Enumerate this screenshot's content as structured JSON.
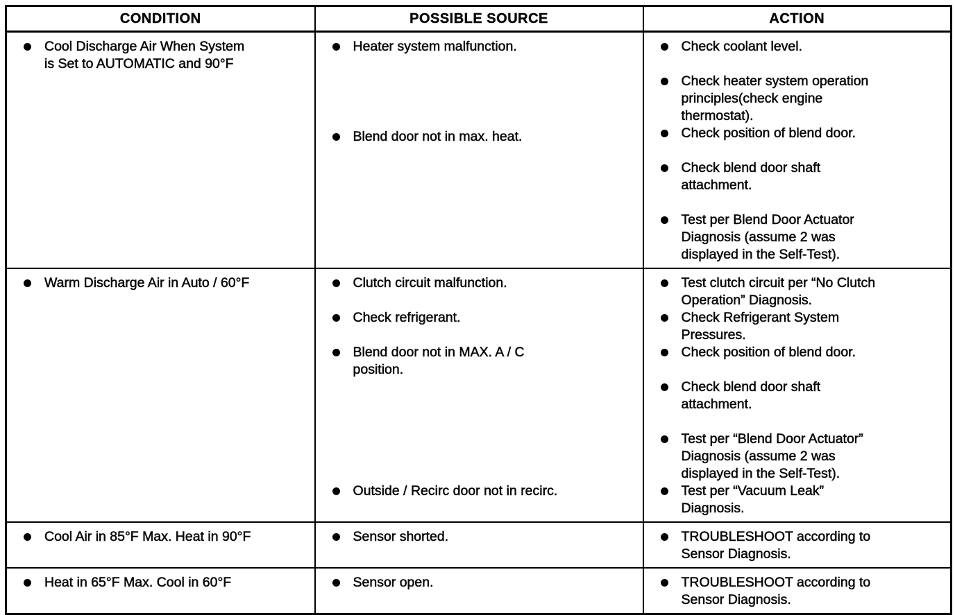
{
  "table": {
    "headers": {
      "condition": "CONDITION",
      "source": "POSSIBLE SOURCE",
      "action": "ACTION"
    },
    "rows": [
      {
        "condition": [
          {
            "text": "Cool Discharge Air When System\nis Set to AUTOMATIC and 90°F"
          }
        ],
        "sources": [
          {
            "text": "Heater system malfunction."
          },
          {
            "text": "Blend door not in max. heat."
          }
        ],
        "actions": [
          {
            "text": "Check coolant level."
          },
          {
            "text": "Check heater system operation\nprinciples(check engine\nthermostat)."
          },
          {
            "text": "Check position of blend door."
          },
          {
            "text": "Check blend door shaft\nattachment."
          },
          {
            "text": "Test per Blend Door Actuator\nDiagnosis (assume 2 was\ndisplayed in the Self-Test)."
          }
        ]
      },
      {
        "condition": [
          {
            "text": "Warm Discharge Air in Auto / 60°F"
          }
        ],
        "sources": [
          {
            "text": "Clutch circuit malfunction."
          },
          {
            "text": "Check refrigerant."
          },
          {
            "text": "Blend door not in MAX. A / C\nposition."
          },
          {
            "text": "Outside / Recirc door not in recirc."
          }
        ],
        "actions": [
          {
            "text": "Test clutch circuit per “No Clutch\nOperation” Diagnosis."
          },
          {
            "text": "Check Refrigerant System\nPressures."
          },
          {
            "text": "Check position of blend door."
          },
          {
            "text": "Check blend door shaft\nattachment."
          },
          {
            "text": "Test per “Blend Door Actuator”\nDiagnosis (assume 2 was\ndisplayed in the Self-Test)."
          },
          {
            "text": "Test per “Vacuum Leak”\nDiagnosis."
          }
        ]
      },
      {
        "condition": [
          {
            "text": "Cool Air in 85°F Max. Heat in 90°F"
          }
        ],
        "sources": [
          {
            "text": "Sensor shorted."
          }
        ],
        "actions": [
          {
            "text": "TROUBLESHOOT according to\nSensor Diagnosis."
          }
        ]
      },
      {
        "condition": [
          {
            "text": "Heat in 65°F Max. Cool in 60°F"
          }
        ],
        "sources": [
          {
            "text": "Sensor open."
          }
        ],
        "actions": [
          {
            "text": "TROUBLESHOOT according to\nSensor Diagnosis."
          }
        ]
      }
    ]
  }
}
